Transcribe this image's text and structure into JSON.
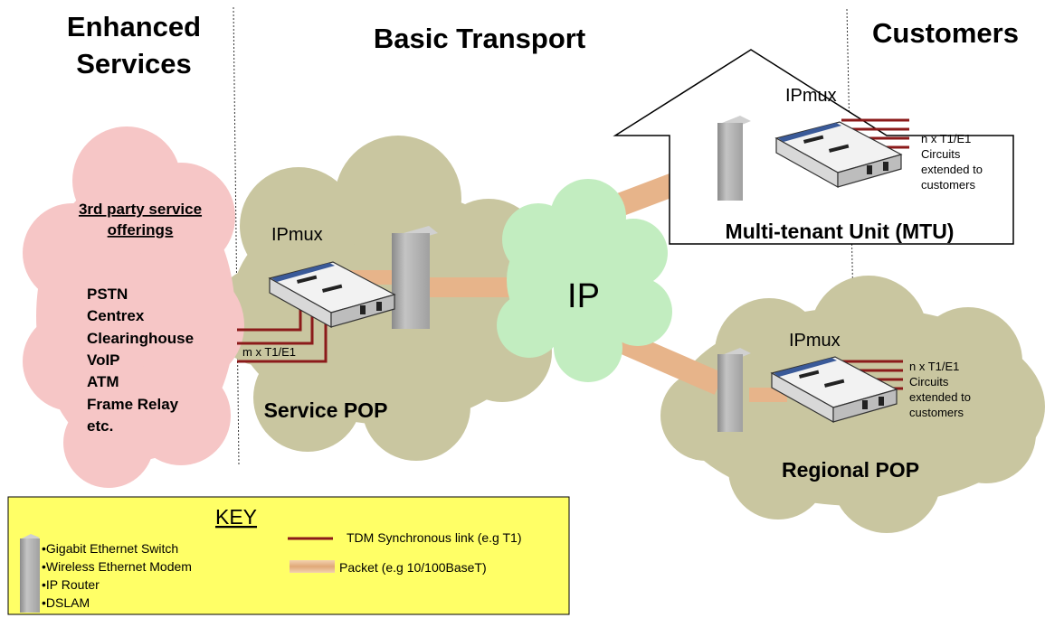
{
  "headers": {
    "enhanced_line1": "Enhanced",
    "enhanced_line2": "Services",
    "basic_transport": "Basic Transport",
    "customers": "Customers"
  },
  "enhanced_cloud": {
    "title_line1": "3rd party service",
    "title_line2": "offerings",
    "items": [
      "PSTN",
      "Centrex",
      "Clearinghouse",
      "VoIP",
      "ATM",
      "Frame Relay",
      "etc."
    ]
  },
  "service_pop": {
    "label": "Service POP",
    "device_label": "IPmux",
    "link_label": "m x T1/E1"
  },
  "ip_cloud": {
    "label": "IP"
  },
  "mtu": {
    "label": "Multi-tenant Unit (MTU)",
    "device_label": "IPmux",
    "circuits_line1": "n x T1/E1",
    "circuits_line2": "Circuits",
    "circuits_line3": "extended to",
    "circuits_line4": "customers"
  },
  "regional_pop": {
    "label": "Regional POP",
    "device_label": "IPmux",
    "circuits_line1": "n x T1/E1",
    "circuits_line2": "Circuits",
    "circuits_line3": "extended to",
    "circuits_line4": "customers"
  },
  "key": {
    "title": "KEY",
    "devices": [
      "•Gigabit Ethernet Switch",
      "•Wireless Ethernet Modem",
      "•IP Router",
      "•DSLAM"
    ],
    "tdm_label": "TDM Synchronous link (e.g T1)",
    "packet_label": "Packet (e.g 10/100BaseT)"
  },
  "colors": {
    "enhanced_cloud": "#f6c6c6",
    "pop_cloud": "#c9c6a0",
    "ip_cloud": "#c2edc0",
    "tdm_link": "#8b1a1a",
    "packet_link": "#eab98f",
    "switch": "#a6a6a6",
    "key_bg": "#ffff66"
  }
}
